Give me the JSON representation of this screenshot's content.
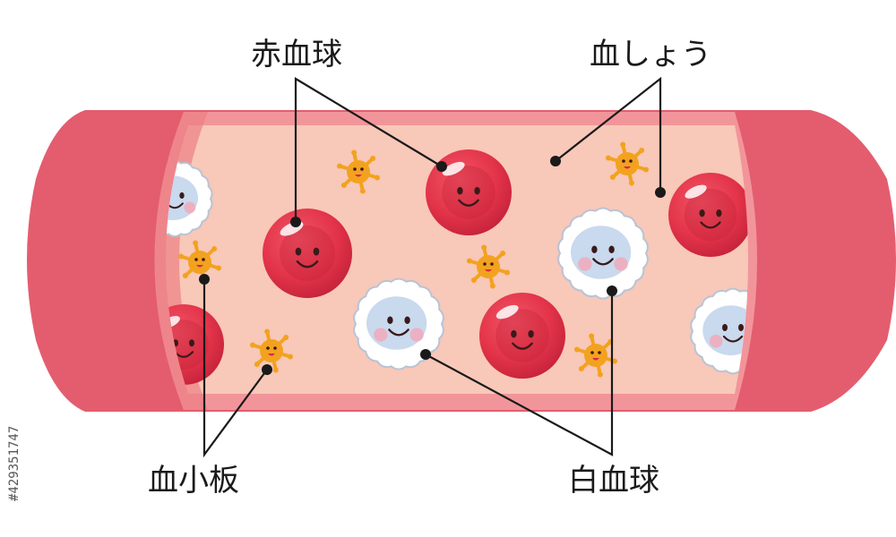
{
  "labels": {
    "red_blood_cell": "赤血球",
    "plasma": "血しょう",
    "platelet": "血小板",
    "white_blood_cell": "白血球"
  },
  "side_text": "#429351747",
  "colors": {
    "vessel_outer": "#e35d6f",
    "vessel_rim": "#f2959a",
    "vessel_inner_band": "#f7b1ae",
    "plasma": "#f8c8b8",
    "red_cell": "#e3344a",
    "red_cell_dark": "#c42239",
    "white_cell": "#ffffff",
    "white_cell_nucleus": "#c9d9ee",
    "platelet": "#f3a21f",
    "leader": "#1a1a1a"
  },
  "icons": {
    "red_cell": "smiling-red-blood-cell-icon",
    "white_cell": "smiling-white-blood-cell-icon",
    "platelet": "smiling-platelet-icon"
  }
}
